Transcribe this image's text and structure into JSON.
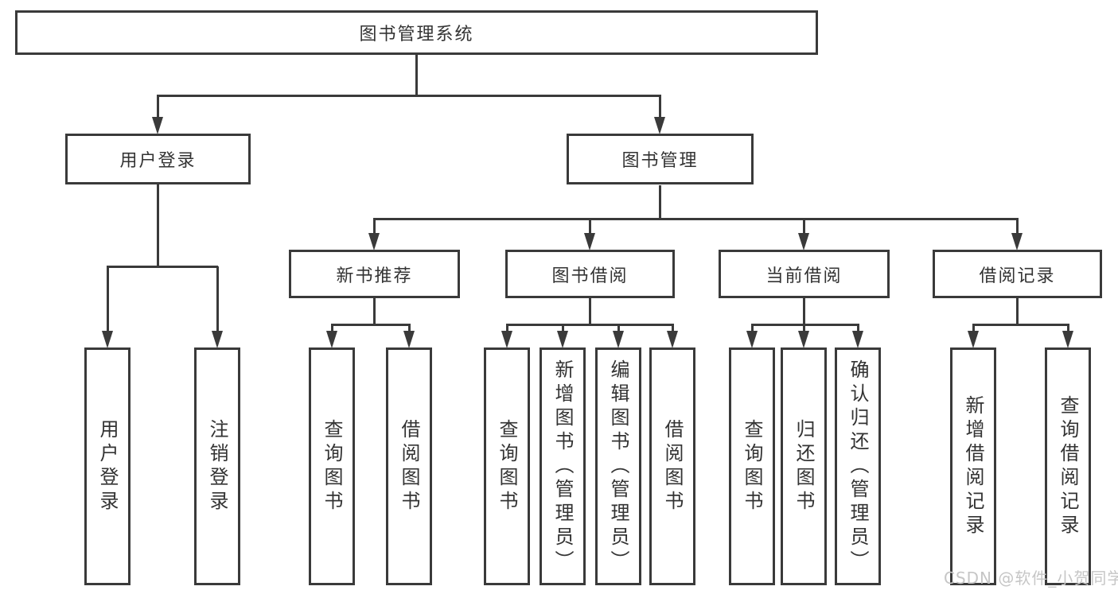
{
  "diagram": {
    "root": "图书管理系统",
    "level2": [
      "用户登录",
      "图书管理"
    ],
    "level3": [
      "新书推荐",
      "图书借阅",
      "当前借阅",
      "借阅记录"
    ],
    "leaves": {
      "user_login": [
        "用户登录",
        "注销登录"
      ],
      "new_book_recommend": [
        "查询图书",
        "借阅图书"
      ],
      "book_borrow": [
        "查询图书",
        "新增图书（管理员）",
        "编辑图书（管理员）",
        "借阅图书"
      ],
      "current_borrow": [
        "查询图书",
        "归还图书",
        "确认归还（管理员）"
      ],
      "borrow_records": [
        "新增借阅记录",
        "查询借阅记录"
      ]
    }
  },
  "watermark": "CSDN @软件_小贺同学",
  "colors": {
    "line": "#3a3a3a",
    "text": "#333333",
    "watermark": "#c6c6c6",
    "background": "#ffffff"
  }
}
